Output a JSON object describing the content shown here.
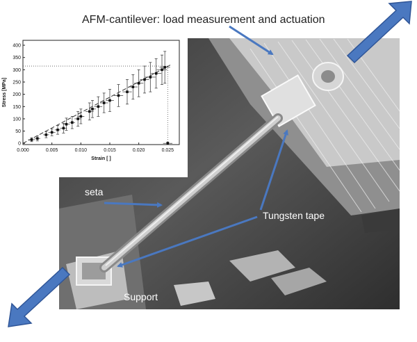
{
  "annotations": {
    "cantilever": "AFM-cantilever: load measurement and actuation",
    "seta": "seta",
    "tungsten": "Tungsten tape",
    "support": "Support"
  },
  "colors": {
    "arrow_blue": "#4a78c0",
    "arrow_blue_dark": "#2f5597",
    "sem_dark": "#2a2a2a",
    "sem_light": "#d8d8d8",
    "plot_text": "#111111"
  },
  "chart_data": {
    "type": "scatter",
    "xlabel": "Strain [ ]",
    "ylabel": "Stress [MPa]",
    "xlim": [
      0,
      0.027
    ],
    "ylim": [
      -5,
      420
    ],
    "x_ticks": [
      "0.000",
      "0.005",
      "0.010",
      "0.015",
      "0.020",
      "0.025"
    ],
    "y_ticks": [
      "0",
      "50",
      "100",
      "150",
      "200",
      "250",
      "300",
      "350",
      "400"
    ],
    "reference_lines": {
      "x": 0.025,
      "y": 315
    },
    "fit_line": {
      "x": [
        0,
        0.0255
      ],
      "y": [
        0,
        320
      ]
    },
    "points": [
      {
        "x": 0.0015,
        "y": 15,
        "xe": 0.0006,
        "ye": 8
      },
      {
        "x": 0.0025,
        "y": 20,
        "xe": 0.0005,
        "ye": 10
      },
      {
        "x": 0.004,
        "y": 35,
        "xe": 0.0005,
        "ye": 12
      },
      {
        "x": 0.005,
        "y": 45,
        "xe": 0.0006,
        "ye": 14
      },
      {
        "x": 0.006,
        "y": 55,
        "xe": 0.0005,
        "ye": 18
      },
      {
        "x": 0.007,
        "y": 62,
        "xe": 0.0006,
        "ye": 20
      },
      {
        "x": 0.0075,
        "y": 78,
        "xe": 0.0006,
        "ye": 25
      },
      {
        "x": 0.0085,
        "y": 85,
        "xe": 0.0005,
        "ye": 25
      },
      {
        "x": 0.0095,
        "y": 100,
        "xe": 0.0006,
        "ye": 30
      },
      {
        "x": 0.01,
        "y": 110,
        "xe": 0.0006,
        "ye": 30
      },
      {
        "x": 0.0115,
        "y": 130,
        "xe": 0.0007,
        "ye": 35
      },
      {
        "x": 0.012,
        "y": 140,
        "xe": 0.0006,
        "ye": 35
      },
      {
        "x": 0.013,
        "y": 150,
        "xe": 0.0007,
        "ye": 40
      },
      {
        "x": 0.014,
        "y": 165,
        "xe": 0.0007,
        "ye": 40
      },
      {
        "x": 0.015,
        "y": 175,
        "xe": 0.0007,
        "ye": 45
      },
      {
        "x": 0.0165,
        "y": 195,
        "xe": 0.0008,
        "ye": 45
      },
      {
        "x": 0.018,
        "y": 210,
        "xe": 0.0008,
        "ye": 50
      },
      {
        "x": 0.019,
        "y": 230,
        "xe": 0.0008,
        "ye": 50
      },
      {
        "x": 0.02,
        "y": 245,
        "xe": 0.0008,
        "ye": 55
      },
      {
        "x": 0.021,
        "y": 260,
        "xe": 0.0008,
        "ye": 55
      },
      {
        "x": 0.022,
        "y": 270,
        "xe": 0.0009,
        "ye": 60
      },
      {
        "x": 0.023,
        "y": 285,
        "xe": 0.0009,
        "ye": 60
      },
      {
        "x": 0.024,
        "y": 300,
        "xe": 0.0009,
        "ye": 60
      },
      {
        "x": 0.0245,
        "y": 310,
        "xe": 0.0009,
        "ye": 65
      },
      {
        "x": 0.025,
        "y": 0,
        "xe": 0.0008,
        "ye": 5
      }
    ]
  }
}
